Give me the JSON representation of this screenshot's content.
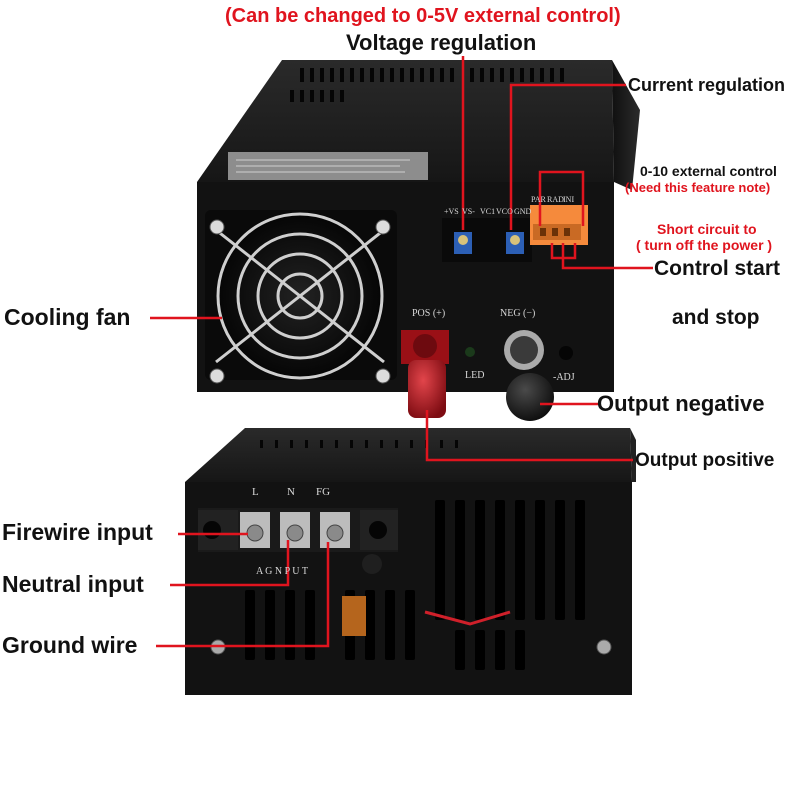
{
  "labels": {
    "external_control_note": "(Can be changed to 0-5V external control)",
    "voltage_regulation": "Voltage regulation",
    "current_regulation": "Current regulation",
    "external_control_0_10": "0-10 external control",
    "need_feature_note": "(Need this feature note)",
    "short_circuit_line1": "Short circuit to",
    "short_circuit_line2": "( turn off the power )",
    "control_start_line1": "Control start",
    "control_start_line2": "and stop",
    "cooling_fan": "Cooling fan",
    "output_negative": "Output negative",
    "output_positive": "Output positive",
    "firewire_input": "Firewire input",
    "neutral_input": "Neutral input",
    "ground_wire": "Ground wire"
  },
  "panel_text": {
    "pos": "POS (+)",
    "neg": "NEG (−)",
    "led": "LED",
    "adj": "-ADJ",
    "terminals_top": [
      "L",
      "N",
      "FG"
    ],
    "agnput": "A G N P U T",
    "trim_labels": [
      "+VS",
      "VS-",
      "VC1",
      "VCO",
      "GND"
    ],
    "connector_labels": [
      "PAR",
      "RAD",
      "INI"
    ]
  },
  "colors": {
    "accent_red": "#e0141e",
    "label_text": "#111111",
    "housing": "#1a1a1a",
    "front_panel": "#121212",
    "trimpot_blue": "#2c5fb5",
    "connector_orange": "#f58a3c",
    "pos_knob": "#b0141c",
    "neg_knob": "#151515"
  }
}
